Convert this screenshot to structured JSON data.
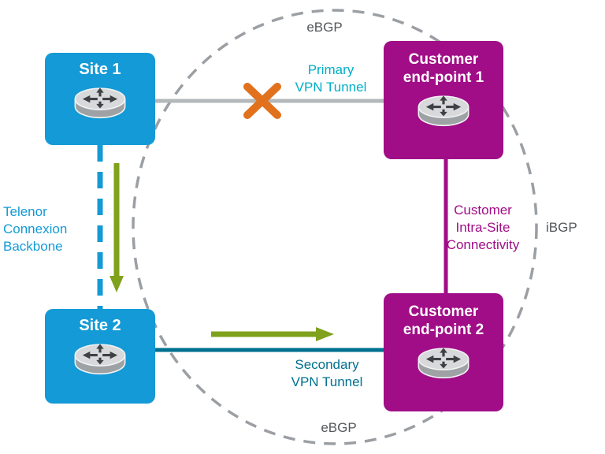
{
  "nodes": {
    "site1": {
      "label": "Site 1"
    },
    "site2": {
      "label": "Site 2"
    },
    "cep1": {
      "label": "Customer\nend-point 1"
    },
    "cep2": {
      "label": "Customer\nend-point 2"
    }
  },
  "links": {
    "primary": {
      "label": "Primary\nVPN Tunnel"
    },
    "secondary": {
      "label": "Secondary\nVPN Tunnel"
    },
    "backbone": {
      "label": "Telenor\nConnexion\nBackbone"
    },
    "intra_site": {
      "label": "Customer\nIntra-Site\nConnectivity"
    }
  },
  "annotations": {
    "ebgp_top": "eBGP",
    "ibgp": "iBGP",
    "ebgp_bottom": "eBGP"
  },
  "icons": {
    "router": "router-icon",
    "failure": "failure-x-icon",
    "flow_arrows": "green-flow-arrow-icon"
  },
  "colors": {
    "site_blue": "#149AD6",
    "endpoint_magenta": "#A10D87",
    "primary_cyan": "#00AEC7",
    "secondary_teal": "#00708F",
    "arrow_green": "#7FA11C",
    "failure_orange": "#E2711D",
    "bgp_ring_gray": "#9B9FA3",
    "failed_link_gray": "#B5B8BA",
    "bgp_text_gray": "#54585A"
  }
}
